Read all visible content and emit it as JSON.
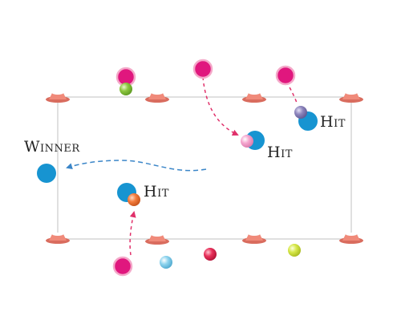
{
  "labels": {
    "winner": "Winner",
    "hit_top_middle": "Hit",
    "hit_top_right": "Hit",
    "hit_bottom_left": "Hit"
  },
  "colors": {
    "court_line": "#cccccc",
    "cone": "#f08a7a",
    "cone_shadow": "#d96c5e",
    "player_magenta": "#e0177e",
    "player_magenta_ring": "#f4a9c9",
    "player_blue": "#1794d1",
    "arrow_pink": "#e0306a",
    "arrow_blue": "#3b86c8",
    "ball_green": "#8cc63f",
    "ball_pink": "#f5a6cf",
    "ball_purple": "#8e86bd",
    "ball_orange": "#f47c3c",
    "ball_light_blue": "#8fd4ee",
    "ball_red": "#e8305a",
    "ball_yellow": "#d7e84a"
  },
  "icons": {
    "cone": "cone-icon",
    "player": "player-icon",
    "ball": "ball-icon"
  }
}
